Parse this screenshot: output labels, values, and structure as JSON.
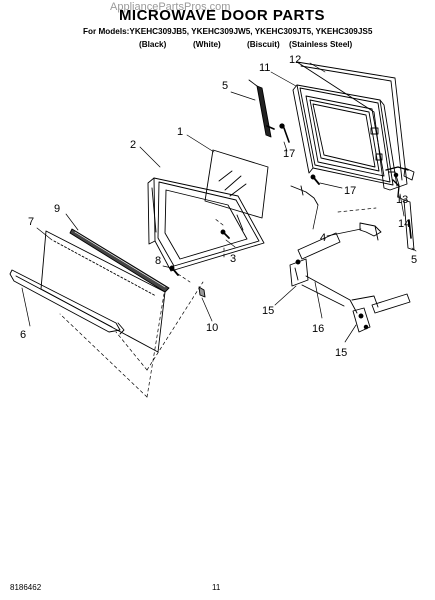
{
  "header": {
    "watermark": "AppliancePartsPros.com",
    "title": "MICROWAVE DOOR PARTS",
    "models_line": "For Models:YKEHC309JB5, YKEHC309JW5, YKEHC309JT5, YKEHC309JS5",
    "finishes": [
      "(Black)",
      "(White)",
      "(Biscuit)",
      "(Stainless Steel)"
    ]
  },
  "callouts": [
    "1",
    "2",
    "3",
    "4",
    "5",
    "6",
    "7",
    "8",
    "9",
    "10",
    "11",
    "12",
    "13",
    "14",
    "15",
    "16",
    "17"
  ],
  "footer": {
    "doc_number": "8186462",
    "page_number": "11"
  }
}
